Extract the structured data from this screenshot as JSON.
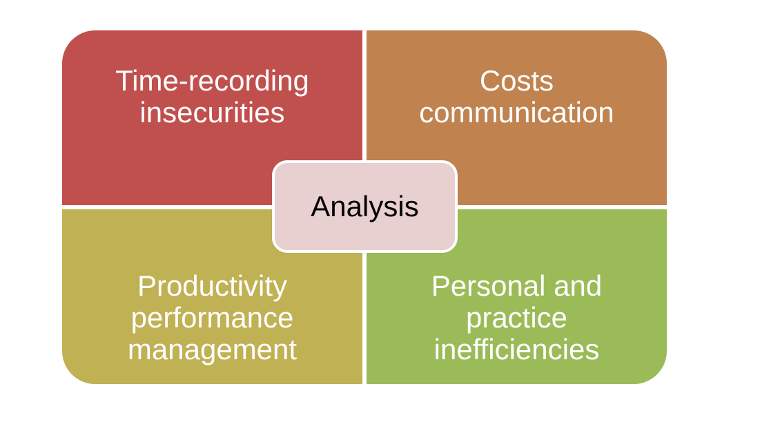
{
  "diagram": {
    "center": {
      "label": "Analysis",
      "color": "#e8cfd0"
    },
    "quadrants": [
      {
        "position": "top-left",
        "lines": [
          "Time-recording",
          "insecurities"
        ],
        "color": "#c0504d"
      },
      {
        "position": "top-right",
        "lines": [
          "Costs",
          "communication"
        ],
        "color": "#c0834f"
      },
      {
        "position": "bottom-left",
        "lines": [
          "Productivity",
          "performance",
          "management"
        ],
        "color": "#c0b154"
      },
      {
        "position": "bottom-right",
        "lines": [
          "Personal and",
          "practice",
          "inefficiencies"
        ],
        "color": "#9bbb59"
      }
    ]
  }
}
